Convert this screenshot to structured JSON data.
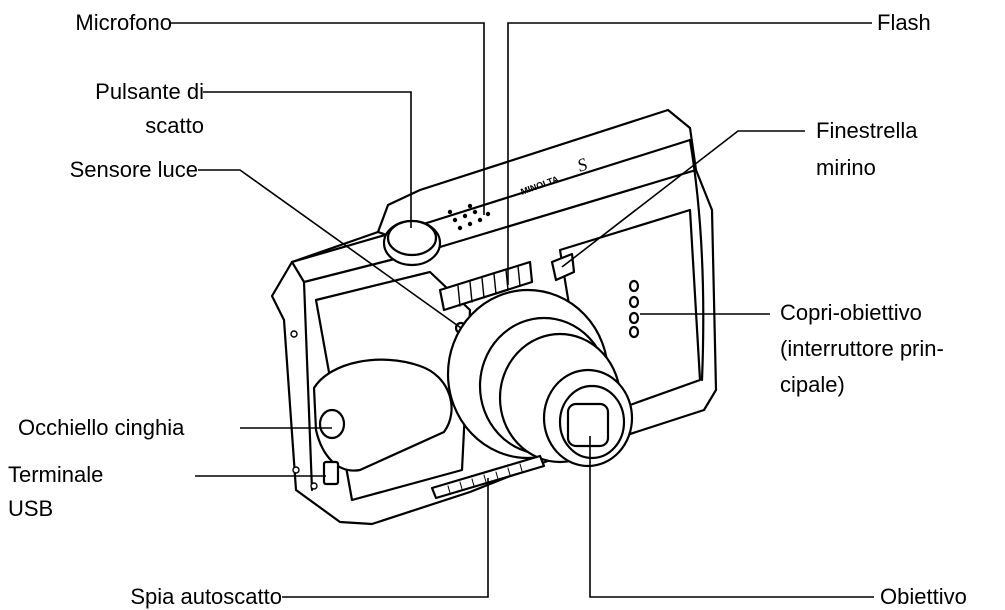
{
  "diagram": {
    "labels": {
      "microphone": "Microfono",
      "shutter_line1": "Pulsante di",
      "shutter_line2": "scatto",
      "light_sensor": "Sensore luce",
      "strap_eyelet": "Occhiello cinghia",
      "usb_line1": "Terminale",
      "usb_line2": "USB",
      "self_timer_lamp": "Spia autoscatto",
      "flash": "Flash",
      "viewfinder_line1": "Finestrella",
      "viewfinder_line2": "mirino",
      "lens_cover_line1": "Copri-obiettivo",
      "lens_cover_line2": "(interruttore prin-",
      "lens_cover_line3": "cipale)",
      "lens": "Obiettivo"
    },
    "body_markings": {
      "brand_logo": "MINOLTA",
      "model_logo": "S"
    },
    "colors": {
      "line": "#000000",
      "fill": "#ffffff"
    }
  }
}
